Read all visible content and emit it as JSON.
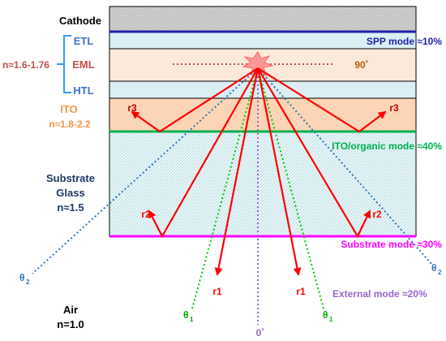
{
  "layers": {
    "cathode": "Cathode",
    "etl": "ETL",
    "eml": "EML",
    "htl": "HTL",
    "ito": "ITO",
    "ito_index": "n≈1.8-2.2",
    "organic_index": "n≈1.6-1.76",
    "substrate_line1": "Substrate",
    "substrate_line2": "Glass",
    "substrate_index": "n≈1.5",
    "air": "Air",
    "air_index": "n=1.0"
  },
  "modes": {
    "spp": "SPP mode ≈10%",
    "ito_organic": "ITO/organic mode ≈40%",
    "substrate": "Substrate mode ≈30%",
    "external": "External mode ≈20%"
  },
  "angles": {
    "ninety": "90˚",
    "zero": "0˚",
    "theta": "θ",
    "sub1": "1",
    "sub2": "2"
  },
  "rays": {
    "r1": "r1",
    "r2": "r2",
    "r3": "r3"
  },
  "colors": {
    "cathode_fill": "#d9d9d9",
    "etl_fill": "#dbeef4",
    "eml_fill": "#fde9d9",
    "htl_fill": "#dbeef4",
    "ito_fill": "#fbd5b5",
    "substrate_fill": "#d7eef2",
    "spp_line": "#1f1fa8",
    "ito_line": "#00b050",
    "substrate_line": "#ff00ff",
    "ray": "#ff0000",
    "theta1_line": "#00cc00",
    "theta2_line": "#2e75b6",
    "zero_line": "#9966cc",
    "eml_dotted": "#c0504d",
    "bracket": "#3399ff",
    "organic_label": "#4472c4",
    "eml_label": "#c0504d",
    "ito_label": "#f79646",
    "substrate_label": "#1f3864",
    "ninety_label": "#c55a11"
  }
}
